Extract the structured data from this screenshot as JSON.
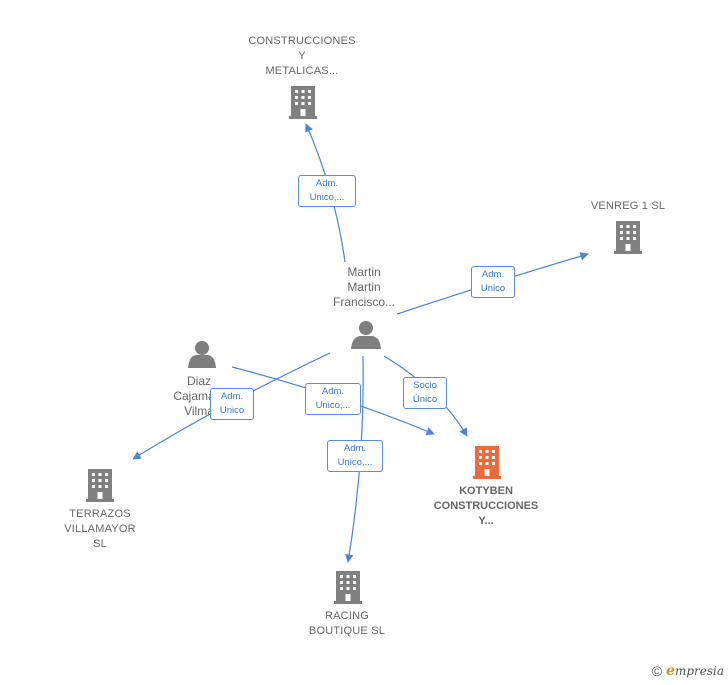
{
  "colors": {
    "edge": "#4a86d4",
    "company_icon": "#808080",
    "main_company_icon": "#ef6a3a",
    "person_icon": "#7f7f7f"
  },
  "nodes": {
    "construcciones_metalicas": {
      "label": "CONSTRUCCIONES\nY\nMETALICAS...",
      "icon": "building-icon"
    },
    "venreg": {
      "label": "VENREG 1  SL",
      "icon": "building-icon"
    },
    "martin": {
      "label": "Martin\nMartin\nFrancisco...",
      "icon": "person-icon"
    },
    "diaz": {
      "label": "Diaz\nCajama...\nVilma",
      "icon": "person-icon"
    },
    "terrazos": {
      "label": "TERRAZOS\nVILLAMAYOR\nSL",
      "icon": "building-icon"
    },
    "kotyben": {
      "label": "KOTYBEN\nCONSTRUCCIONES\nY...",
      "icon": "building-icon"
    },
    "racing": {
      "label": "RACING\nBOUTIQUE  SL",
      "icon": "building-icon"
    }
  },
  "edge_labels": {
    "martin_construcciones": "Adm.\nUnico,...",
    "martin_venreg": "Adm.\nUnico",
    "diaz_terrazos": "Adm.\nUnico",
    "diaz_kotyben": "Adm.\nUnico,...",
    "martin_kotyben": "Socio\nÚnico",
    "martin_racing": "Adm.\nUnico,..."
  },
  "footer": {
    "copyright": "©",
    "brand_initial": "e",
    "brand_rest": "mpresia"
  }
}
